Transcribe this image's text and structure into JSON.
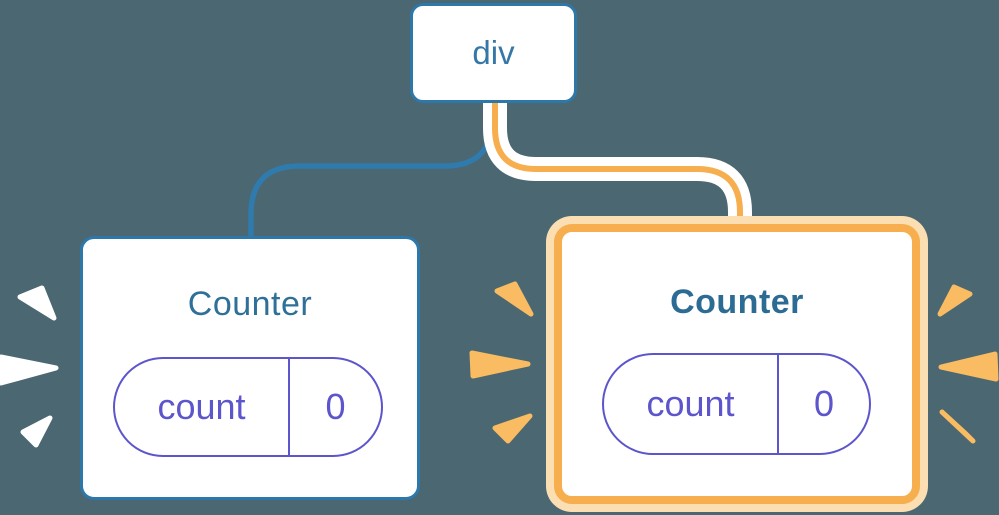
{
  "diagram": {
    "type": "react-component-tree",
    "description": "Parent div node connected to two Counter component instances; the right Counter is highlighted with an orange ring and orange edge, both counters emit emphasis sparks"
  },
  "tree": {
    "root": {
      "label": "div"
    },
    "children": [
      {
        "title": "Counter",
        "highlighted": false,
        "state": {
          "key": "count",
          "value": "0"
        },
        "sparks": {
          "color": "white",
          "count": 3,
          "side": "left"
        }
      },
      {
        "title": "Counter",
        "highlighted": true,
        "state": {
          "key": "count",
          "value": "0"
        },
        "sparks": {
          "color": "orange",
          "count": 6,
          "side": "both"
        }
      }
    ]
  },
  "colors": {
    "background": "#4B6771",
    "node_border_blue": "#2E77A9",
    "node_text_blue": "#3578A8",
    "edge_blue": "#2F7BAE",
    "edge_orange": "#F6AE4E",
    "edge_casing_white": "#FFFFFF",
    "highlight_ring_outer": "#FBDFB3",
    "highlight_ring_inner": "#F6AE4E",
    "component_title_text": "#2F7099",
    "state_pill_purple": "#5C55CC",
    "spark_orange": "#F9BC62",
    "spark_white": "#FFFFFF",
    "card_background": "#FFFFFF"
  }
}
